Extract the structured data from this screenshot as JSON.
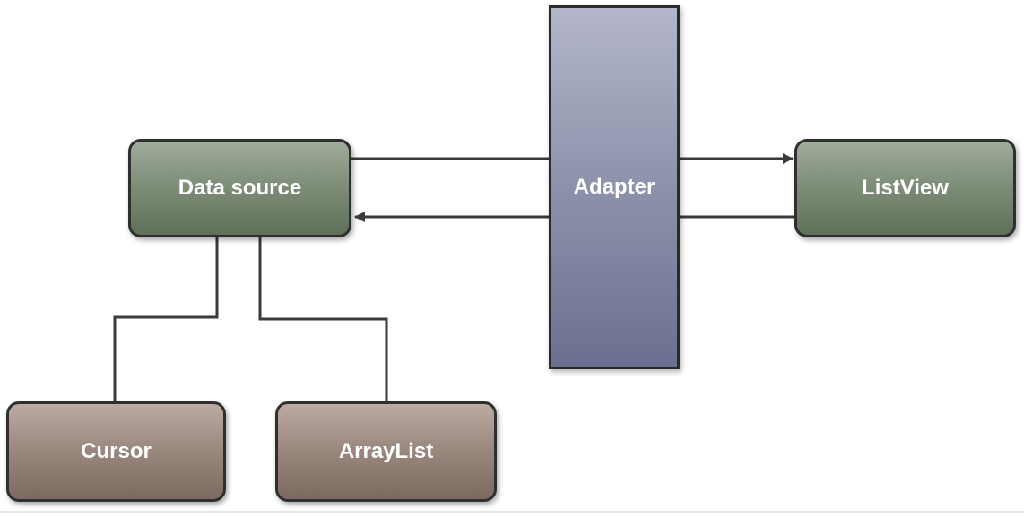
{
  "diagram": {
    "nodes": {
      "data_source": "Data source",
      "adapter": "Adapter",
      "list_view": "ListView",
      "cursor": "Cursor",
      "array_list": "ArrayList"
    },
    "colors": {
      "line": "#3a3a3a",
      "green_box": "#7f8f7a",
      "brown_box": "#9c8a80",
      "adapter_box": "#8d92ab"
    }
  }
}
